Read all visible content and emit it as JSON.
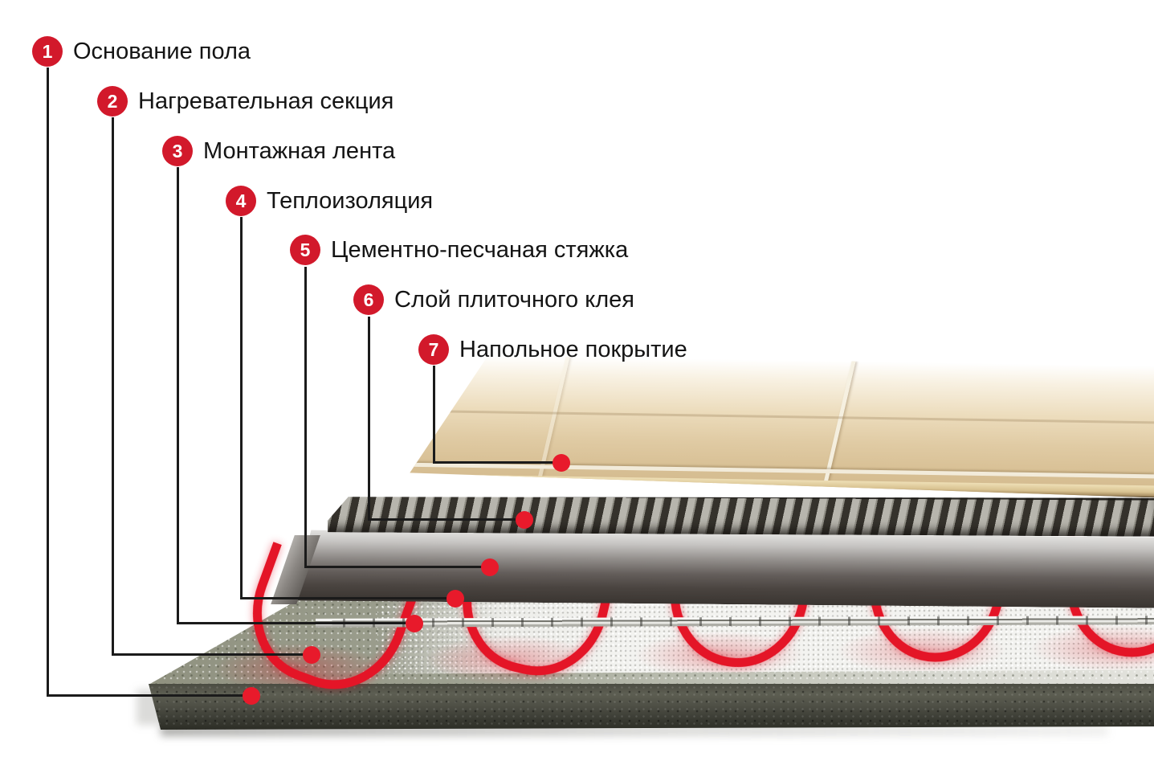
{
  "colors": {
    "badge-red": "#d2192b",
    "dot-red": "#e81a2b",
    "line-black": "#1b1b1b",
    "text-black": "#141414",
    "cable-red": "#e41527",
    "tile-beige": "#d9c198",
    "foil-white": "#f2f2ef",
    "concrete": "#8f917f"
  },
  "legend": {
    "items": [
      {
        "number": "1",
        "label": "Основание пола",
        "target_layer": "concrete-base"
      },
      {
        "number": "2",
        "label": "Нагревательная секция",
        "target_layer": "heating-cable"
      },
      {
        "number": "3",
        "label": "Монтажная лента",
        "target_layer": "mounting-tape"
      },
      {
        "number": "4",
        "label": "Теплоизоляция",
        "target_layer": "thermal-insulation-foil"
      },
      {
        "number": "5",
        "label": "Цементно-песчаная стяжка",
        "target_layer": "cement-sand-screed"
      },
      {
        "number": "6",
        "label": "Слой плиточного клея",
        "target_layer": "tile-adhesive"
      },
      {
        "number": "7",
        "label": "Напольное покрытие",
        "target_layer": "floor-covering"
      }
    ]
  }
}
